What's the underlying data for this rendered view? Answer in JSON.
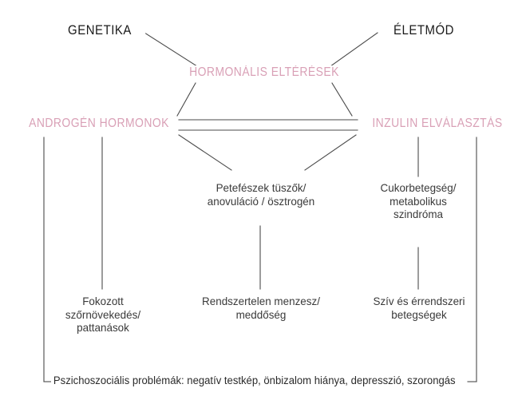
{
  "diagram": {
    "title_nodes": {
      "genetika": "GENETIKA",
      "eletmod": "ÉLETMÓD"
    },
    "hormone_nodes": {
      "hormonal": "HORMONÁLIS ELTÉRÉSEK",
      "androgen": "ANDROGÉN HORMONOK",
      "inzulin": "INZULIN ELVÁLASZTÁS"
    },
    "outcome_nodes": {
      "petefeszek": "Petefészek tüszők/\nanovuláció / ösztrogén",
      "cukorbetegseg": "Cukorbetegség/\nmetabolikus\nszindróma",
      "fokozott": "Fokozott\nszőrnövekedés/\npattanások",
      "menzesz": "Rendszertelen menzesz/\nmeddőség",
      "sziv": "Szív és érrendszeri\nbetegségek"
    },
    "caption": "Pszichoszociális problémák: negatív testkép, önbizalom hiánya, depresszió, szorongás",
    "colors": {
      "pink": "#d9a0b6",
      "line": "#4a4a4a",
      "text_dark": "#1a1a1a",
      "text_body": "#3a3a3a",
      "background": "#ffffff"
    }
  }
}
